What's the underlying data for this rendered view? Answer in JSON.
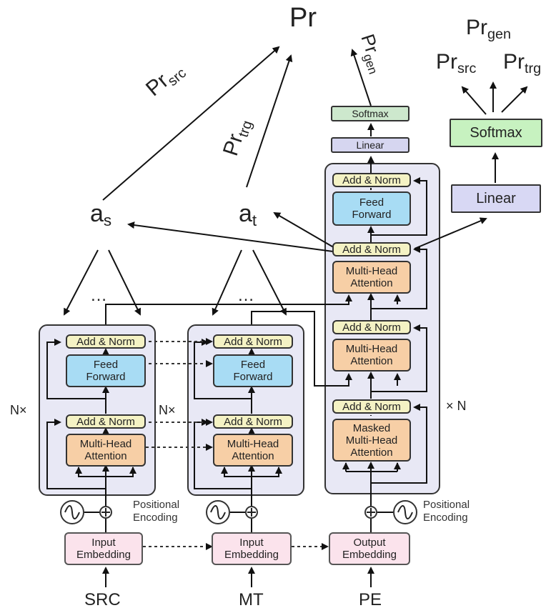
{
  "inputs": {
    "src": "SRC",
    "mt": "MT",
    "pe": "PE"
  },
  "embeddings": {
    "src": "Input\nEmbedding",
    "mt": "Input\nEmbedding",
    "pe": "Output\nEmbedding"
  },
  "positional_encoding": "Positional\nEncoding",
  "blocks": {
    "add_norm": "Add & Norm",
    "feed_forward": "Feed\nForward",
    "multi_head_attention": "Multi-Head\nAttention",
    "masked_multi_head_attention": "Masked\nMulti-Head\nAttention",
    "softmax": "Softmax",
    "linear": "Linear"
  },
  "repeat_labels": {
    "src": "N×",
    "mt": "N×",
    "decoder": "× N"
  },
  "ellipsis": "…",
  "attention_vectors": {
    "a_s": {
      "base": "a",
      "sub": "s"
    },
    "a_t": {
      "base": "a",
      "sub": "t"
    }
  },
  "probabilities": {
    "pr": "Pr",
    "pr_src": {
      "base": "Pr",
      "sub": "src"
    },
    "pr_trg": {
      "base": "Pr",
      "sub": "trg"
    },
    "pr_gen": {
      "base": "Pr",
      "sub": "gen"
    }
  },
  "colors": {
    "panel": "#e8e8f5",
    "add_norm": "#f4f2c4",
    "feed_forward": "#a8dcf4",
    "attention": "#f7cfa6",
    "embedding": "#fbe3ec",
    "softmax": "#c7f2c0",
    "linear": "#d8d8f4"
  },
  "icons": [
    "sine-wave-icon",
    "plus-circle-icon"
  ]
}
